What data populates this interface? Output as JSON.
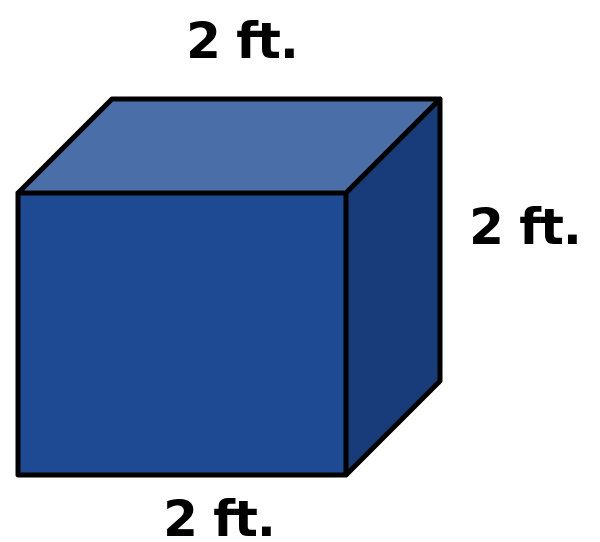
{
  "labels": {
    "top": "2 ft.",
    "right": "2 ft.",
    "bottom": "2 ft."
  },
  "colors": {
    "front_face": "#1e4a93",
    "top_face": "#4a6fa8",
    "side_face": "#183c7a",
    "outline": "#000000",
    "label": "#000000"
  }
}
